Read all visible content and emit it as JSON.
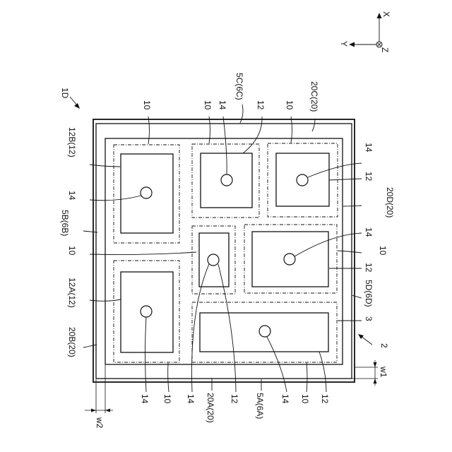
{
  "figure_label": "1D",
  "axes": {
    "x": "X",
    "y": "Y",
    "z": "Z"
  },
  "labels": {
    "l_10_top_a": "10",
    "l_10_top_b": "10",
    "l_14_top_a": "14",
    "l_5c6c": "5C(6C)",
    "l_12_top_a": "12",
    "l_10_top_c": "10",
    "l_20c20": "20C(20)",
    "l_12b12": "12B(12)",
    "l_14_left_a": "14",
    "l_5b6b": "5B(6B)",
    "l_10_left": "10",
    "l_12a12": "12A(12)",
    "l_20b20": "20B(20)",
    "l_14_right_a": "14",
    "l_12_right_a": "12",
    "l_20d20": "20D(20)",
    "l_14_right_b": "14",
    "l_10_right": "10",
    "l_12_right_b": "12",
    "l_5d6d": "5D(6D)",
    "l_3": "3",
    "l_2": "2",
    "l_w1": "w1",
    "l_w2": "w2",
    "l_14_bot_a": "14",
    "l_10_bot_a": "10",
    "l_14_bot_b": "14",
    "l_20a20": "20A(20)",
    "l_12_bot_a": "12",
    "l_5a6a": "5A(6A)",
    "l_14_bot_c": "14",
    "l_10_bot_b": "10",
    "l_12_bot_b": "12"
  }
}
